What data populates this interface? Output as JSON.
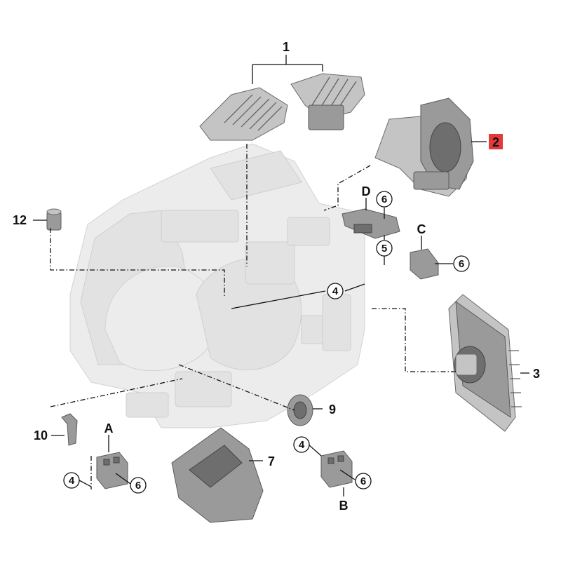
{
  "callouts": {
    "c1": "1",
    "c2": "2",
    "c3": "3",
    "c4a": "4",
    "c4b": "4",
    "c4c": "4",
    "c5": "5",
    "c6a": "6",
    "c6b": "6",
    "c6c": "6",
    "c6d": "6",
    "c7": "7",
    "c9": "9",
    "c10": "10",
    "c12": "12",
    "cA": "A",
    "cB": "B",
    "cC": "C",
    "cD": "D"
  },
  "colors": {
    "highlight": "#e23a3a",
    "line": "#111111",
    "ghost_housing": "#ececec",
    "part": "#9a9a9a"
  }
}
